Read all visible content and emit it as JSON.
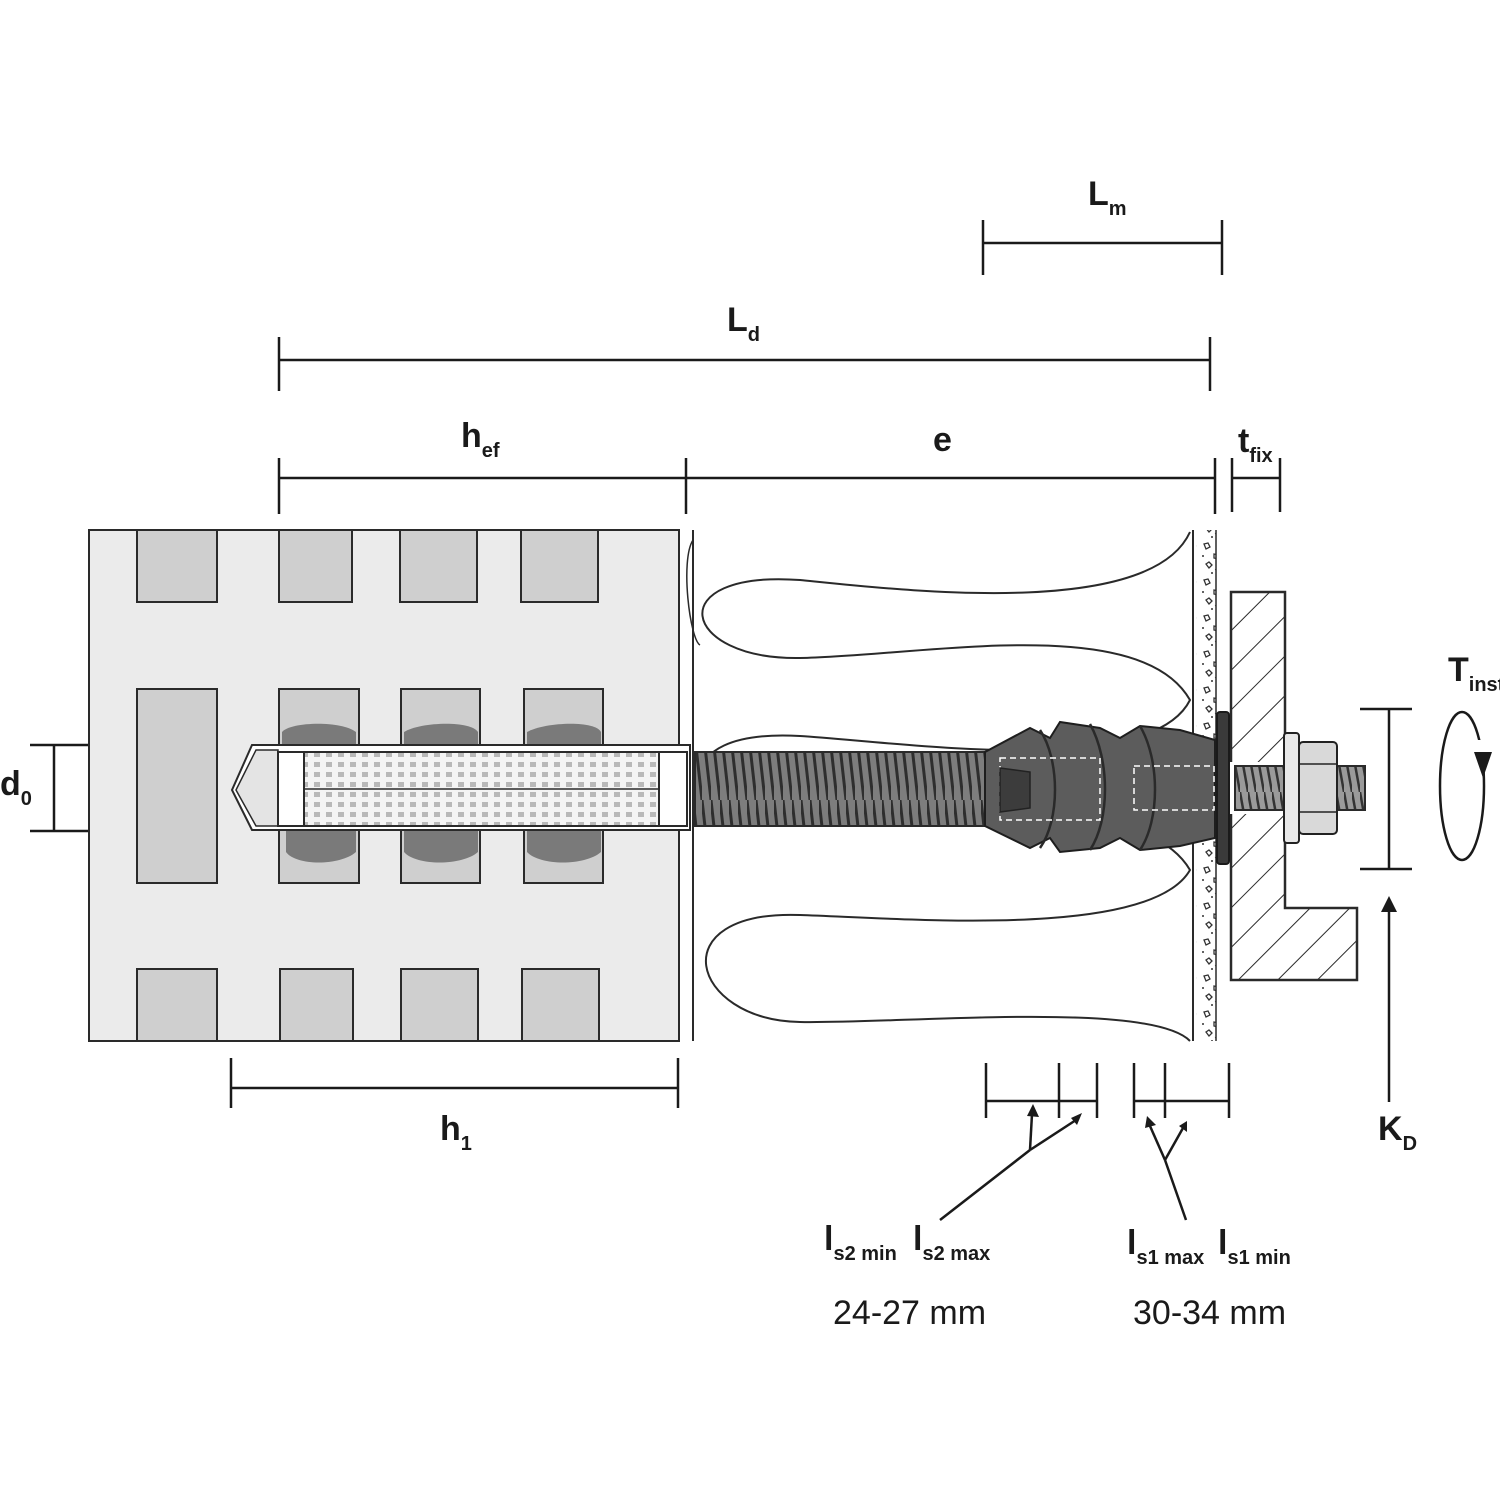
{
  "labels": {
    "Lm": {
      "main": "L",
      "sub": "m"
    },
    "Ld": {
      "main": "L",
      "sub": "d"
    },
    "hef": {
      "main": "h",
      "sub": "ef"
    },
    "e": {
      "main": "e"
    },
    "tfix": {
      "main": "t",
      "sub": "fix"
    },
    "Tinst": {
      "main": "T",
      "sub": "inst"
    },
    "d0": {
      "main": "d",
      "sub": "0"
    },
    "h1": {
      "main": "h",
      "sub": "1"
    },
    "KD": {
      "main": "K",
      "sub": "D"
    },
    "ls2min": {
      "main": "l",
      "sub": "s2 min"
    },
    "ls2max": {
      "main": "l",
      "sub": "s2 max"
    },
    "ls1max": {
      "main": "l",
      "sub": "s1 max"
    },
    "ls1min": {
      "main": "l",
      "sub": "s1 min"
    }
  },
  "values": {
    "ls2_range": "24-27 mm",
    "ls1_range": "30-34 mm"
  }
}
